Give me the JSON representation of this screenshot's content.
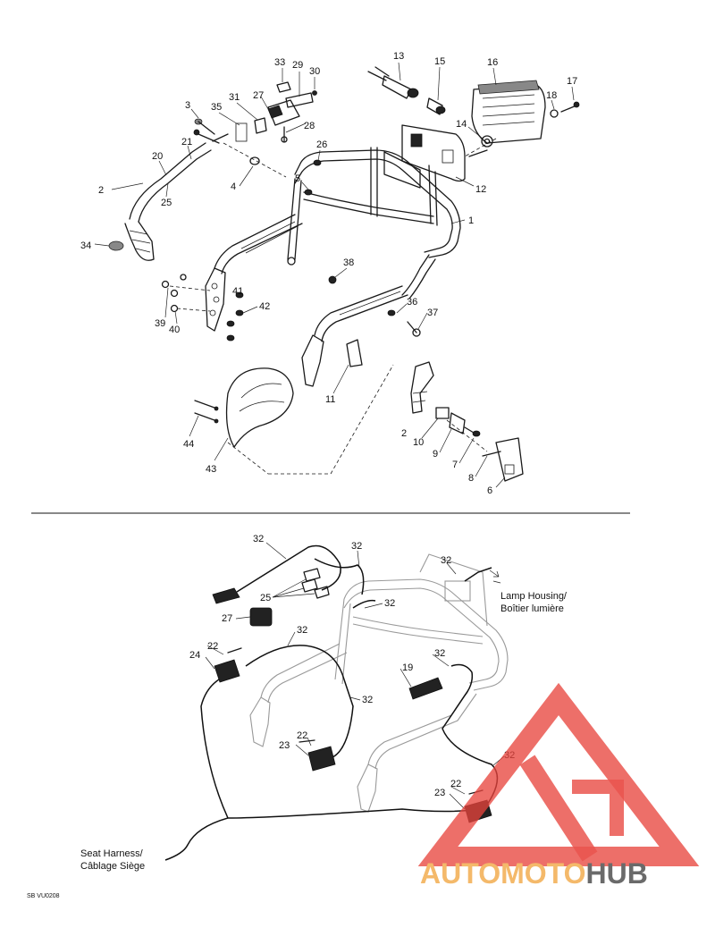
{
  "top_callouts": [
    {
      "id": "c1",
      "text": "1"
    },
    {
      "id": "c2a",
      "text": "2"
    },
    {
      "id": "c2b",
      "text": "2"
    },
    {
      "id": "c3",
      "text": "3"
    },
    {
      "id": "c4",
      "text": "4"
    },
    {
      "id": "c5",
      "text": "5"
    },
    {
      "id": "c6",
      "text": "6"
    },
    {
      "id": "c7",
      "text": "7"
    },
    {
      "id": "c8",
      "text": "8"
    },
    {
      "id": "c9",
      "text": "9"
    },
    {
      "id": "c10",
      "text": "10"
    },
    {
      "id": "c11",
      "text": "11"
    },
    {
      "id": "c12",
      "text": "12"
    },
    {
      "id": "c13",
      "text": "13"
    },
    {
      "id": "c14",
      "text": "14"
    },
    {
      "id": "c15",
      "text": "15"
    },
    {
      "id": "c16",
      "text": "16"
    },
    {
      "id": "c17",
      "text": "17"
    },
    {
      "id": "c18",
      "text": "18"
    },
    {
      "id": "c20",
      "text": "20"
    },
    {
      "id": "c21",
      "text": "21"
    },
    {
      "id": "c25t",
      "text": "25"
    },
    {
      "id": "c26",
      "text": "26"
    },
    {
      "id": "c27t",
      "text": "27"
    },
    {
      "id": "c28",
      "text": "28"
    },
    {
      "id": "c29",
      "text": "29"
    },
    {
      "id": "c30",
      "text": "30"
    },
    {
      "id": "c31",
      "text": "31"
    },
    {
      "id": "c33",
      "text": "33"
    },
    {
      "id": "c34",
      "text": "34"
    },
    {
      "id": "c35",
      "text": "35"
    },
    {
      "id": "c36",
      "text": "36"
    },
    {
      "id": "c37",
      "text": "37"
    },
    {
      "id": "c38",
      "text": "38"
    },
    {
      "id": "c39",
      "text": "39"
    },
    {
      "id": "c40",
      "text": "40"
    },
    {
      "id": "c41",
      "text": "41"
    },
    {
      "id": "c42",
      "text": "42"
    },
    {
      "id": "c43",
      "text": "43"
    },
    {
      "id": "c44",
      "text": "44"
    }
  ],
  "bottom_callouts": [
    {
      "id": "b32a",
      "text": "32"
    },
    {
      "id": "b32b",
      "text": "32"
    },
    {
      "id": "b32c",
      "text": "32"
    },
    {
      "id": "b32d",
      "text": "32"
    },
    {
      "id": "b32e",
      "text": "32"
    },
    {
      "id": "b32f",
      "text": "32"
    },
    {
      "id": "b32g",
      "text": "32"
    },
    {
      "id": "b32h",
      "text": "32"
    },
    {
      "id": "b25",
      "text": "25"
    },
    {
      "id": "b27",
      "text": "27"
    },
    {
      "id": "b22a",
      "text": "22"
    },
    {
      "id": "b22b",
      "text": "22"
    },
    {
      "id": "b22c",
      "text": "22"
    },
    {
      "id": "b24",
      "text": "24"
    },
    {
      "id": "b19",
      "text": "19"
    },
    {
      "id": "b23a",
      "text": "23"
    },
    {
      "id": "b23b",
      "text": "23"
    }
  ],
  "notes": {
    "lamp_housing_en": "Lamp Housing/",
    "lamp_housing_fr": "Boîtier lumière",
    "seat_harness_en": "Seat Harness/",
    "seat_harness_fr": "Câblage Siège",
    "drawing_code": "SB VU0208"
  },
  "watermark": {
    "brand_part1": "AUTOMOTO",
    "brand_part2": "HUB",
    "color_primary": "#e8433c",
    "color_secondary": "#f3b25a",
    "color_dark": "#5a5a5a"
  }
}
